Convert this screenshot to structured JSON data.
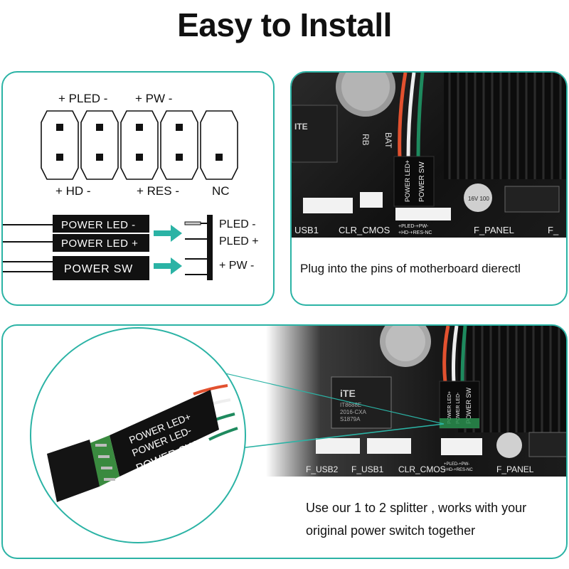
{
  "title": "Easy to Install",
  "diagram": {
    "top_labels": [
      "+ PLED -",
      "+ PW -"
    ],
    "bottom_labels": [
      "+ HD -",
      "+ RES -",
      "NC"
    ],
    "connector_labels": [
      "POWER LED -",
      "POWER LED +",
      "POWER SW"
    ],
    "pin_labels": [
      "PLED -",
      "PLED +",
      "+ PW -"
    ]
  },
  "photo_top": {
    "chip_brand": "ITE",
    "battery_label": "BAT",
    "rb_label": "RB",
    "connector_text": [
      "POWER LED+",
      "POWER SW"
    ],
    "header_labels": [
      "USB1",
      "CLR_CMOS",
      "F_PANEL",
      "F_"
    ],
    "pin_label_rows": [
      "+PLED-+PW-",
      "+HD-+RES-NC"
    ],
    "cap_label": "16V 100"
  },
  "caption_top": "Plug into the pins of motherboard dierectl",
  "photo_bottom": {
    "chip_brand": "iTE",
    "chip_lines": [
      "IT8688E",
      "2016-CXA",
      "S1879A"
    ],
    "header_labels": [
      "F_USB2",
      "F_USB1",
      "CLR_CMOS",
      "F_PANEL"
    ],
    "connector_text": [
      "POWER LED+",
      "POWER LED-",
      "POWER SW"
    ],
    "connector_text_small": [
      "POWER LED+",
      "POWER LED-",
      "POWER SW"
    ],
    "pin_label_rows": [
      "+PLED-+PW-",
      "+HD-+RES-NC"
    ]
  },
  "caption_bottom": [
    "Use our 1 to 2 splitter , works with your",
    "original power switch together"
  ],
  "colors": {
    "accent": "#2bb3a5",
    "board": "#1a1a1a",
    "connector": "#111111"
  }
}
